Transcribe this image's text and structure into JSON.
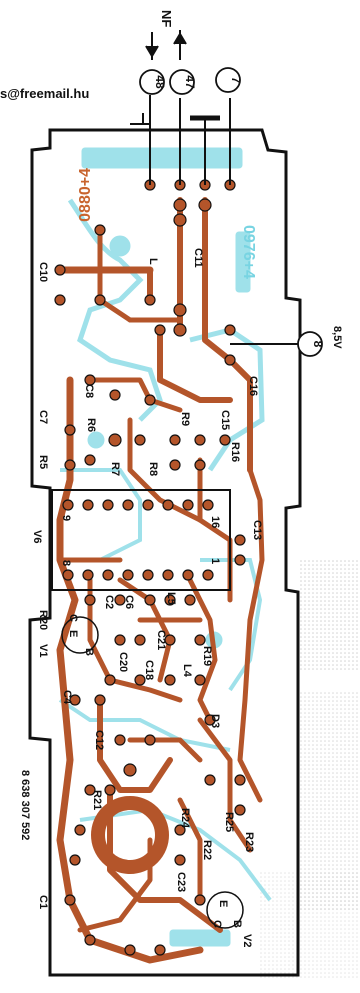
{
  "header": {
    "email_fragment": "s@freemail.hu",
    "nf_label": "NF",
    "voltage_label": "8,5V",
    "part_number": "8 638 307 592"
  },
  "connectors": [
    {
      "id": "c48",
      "label": "48"
    },
    {
      "id": "c47",
      "label": "47"
    },
    {
      "id": "c7",
      "label": "7"
    },
    {
      "id": "c8",
      "label": "8"
    }
  ],
  "board_codes": {
    "cyan_code": "0976+4",
    "red_code": "0880+4"
  },
  "ic_pins": {
    "pin9": "9",
    "pin8": "8",
    "pin16": "16",
    "pin1": "1"
  },
  "components": [
    {
      "name": "C10"
    },
    {
      "name": "L"
    },
    {
      "name": "C11"
    },
    {
      "name": "C16"
    },
    {
      "name": "C8"
    },
    {
      "name": "C15"
    },
    {
      "name": "R9"
    },
    {
      "name": "R16"
    },
    {
      "name": "R6"
    },
    {
      "name": "C7"
    },
    {
      "name": "R5"
    },
    {
      "name": "R7"
    },
    {
      "name": "R8"
    },
    {
      "name": "C13"
    },
    {
      "name": "V6"
    },
    {
      "name": "R20"
    },
    {
      "name": "C2"
    },
    {
      "name": "C6"
    },
    {
      "name": "L5"
    },
    {
      "name": "C21"
    },
    {
      "name": "L4"
    },
    {
      "name": "R19"
    },
    {
      "name": "V1"
    },
    {
      "name": "C20"
    },
    {
      "name": "C18"
    },
    {
      "name": "C4"
    },
    {
      "name": "D3"
    },
    {
      "name": "C12"
    },
    {
      "name": "R21"
    },
    {
      "name": "R25"
    },
    {
      "name": "R23"
    },
    {
      "name": "R22"
    },
    {
      "name": "R24"
    },
    {
      "name": "C23"
    },
    {
      "name": "C1"
    },
    {
      "name": "V2"
    }
  ],
  "transistor_pins": {
    "b": "B",
    "e": "E",
    "c": "C"
  },
  "colors": {
    "copper": "#b4552a",
    "silkscreen_cyan": "#9fe1ea",
    "outline": "#111111"
  }
}
